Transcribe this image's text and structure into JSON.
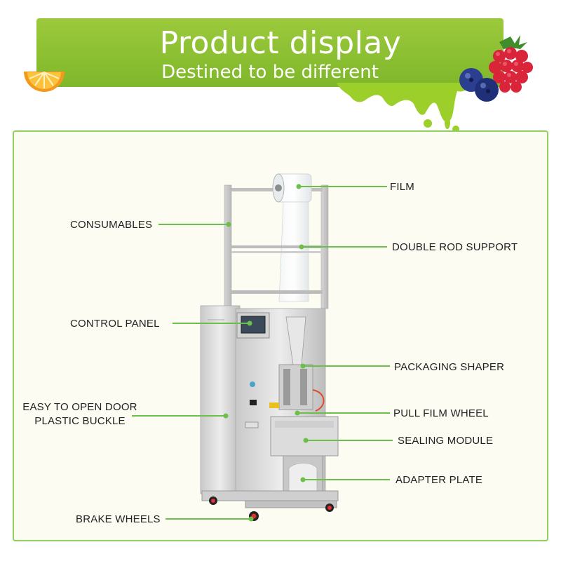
{
  "banner": {
    "title": "Product display",
    "subtitle": "Destined to be different"
  },
  "labels": {
    "film": "FILM",
    "consumables": "CONSUMABLES",
    "double_rod_support": "DOUBLE ROD SUPPORT",
    "control_panel": "CONTROL PANEL",
    "packaging_shaper": "PACKAGING SHAPER",
    "easy_door_line1": "EASY TO OPEN DOOR",
    "easy_door_line2": "PLASTIC BUCKLE",
    "pull_film_wheel": "PULL FILM WHEEL",
    "sealing_module": "SEALING MODULE",
    "adapter_plate": "ADAPTER PLATE",
    "brake_wheels": "BRAKE WHEELS"
  },
  "colors": {
    "accent_green": "#7fb72a",
    "leader_line": "#6cc04a",
    "panel_border": "#8fcf5d"
  },
  "icons": [
    "orange-slice-icon",
    "raspberry-icon",
    "blueberry-icon",
    "juice-splash-icon"
  ]
}
